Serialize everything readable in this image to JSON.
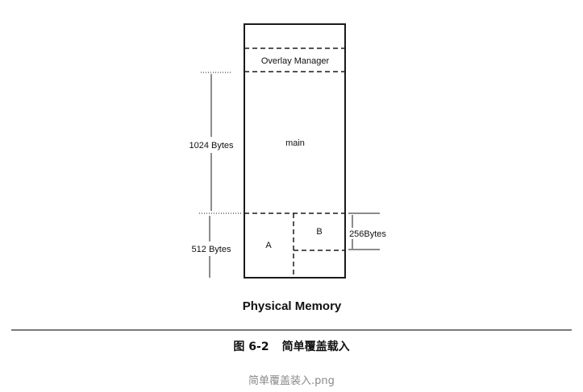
{
  "diagram": {
    "labels": {
      "overlay_manager": "Overlay Manager",
      "main": "main",
      "module_a": "A",
      "module_b": "B",
      "size_main": "1024 Bytes",
      "size_overlay": "512 Bytes",
      "size_b": "256Bytes"
    },
    "title": "Physical Memory"
  },
  "caption": {
    "number": "图 6-2",
    "text": "简单覆盖载入"
  },
  "file_name": "简单覆盖装入.png",
  "colors": {
    "line": "#1a1a1a",
    "divider": "#7a7a7a",
    "file_name_text": "#8a8a8a"
  }
}
